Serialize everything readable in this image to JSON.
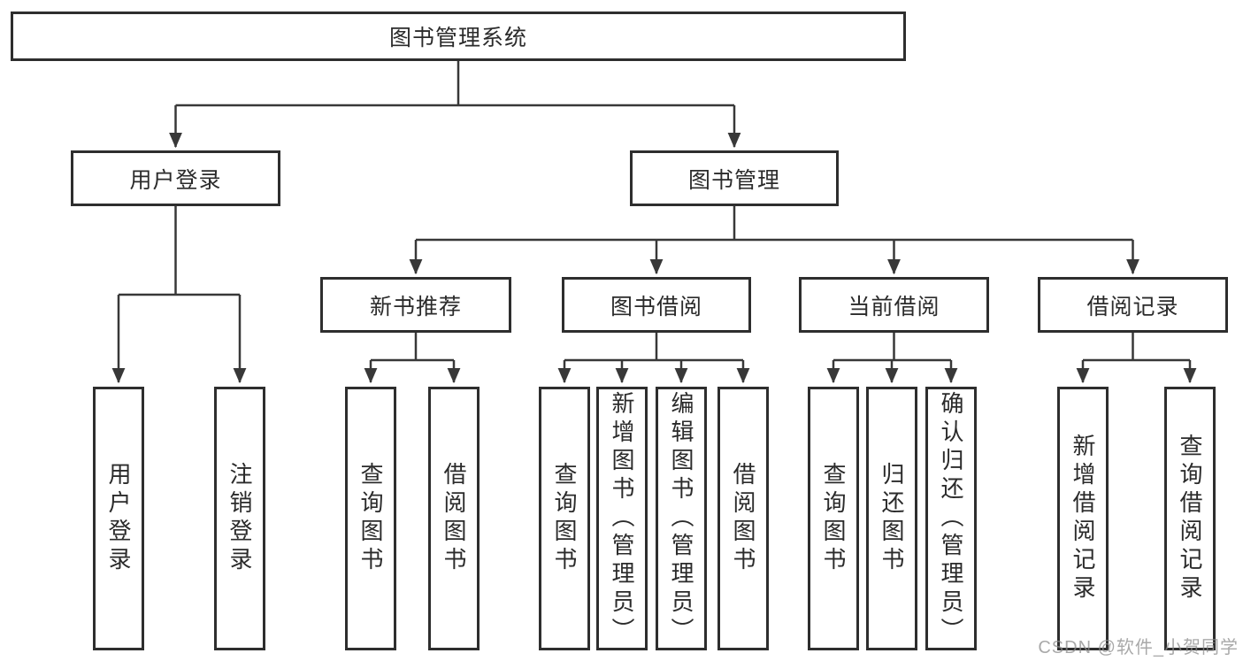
{
  "tree": {
    "label": "图书管理系统",
    "children": [
      {
        "label": "用户登录",
        "children": [
          {
            "label": "用户登录"
          },
          {
            "label": "注销登录"
          }
        ]
      },
      {
        "label": "图书管理",
        "children": [
          {
            "label": "新书推荐",
            "children": [
              {
                "label": "查询图书"
              },
              {
                "label": "借阅图书"
              }
            ]
          },
          {
            "label": "图书借阅",
            "children": [
              {
                "label": "查询图书"
              },
              {
                "label": "新增图书（管理员）"
              },
              {
                "label": "编辑图书（管理员）"
              },
              {
                "label": "借阅图书"
              }
            ]
          },
          {
            "label": "当前借阅",
            "children": [
              {
                "label": "查询图书"
              },
              {
                "label": "归还图书"
              },
              {
                "label": "确认归还（管理员）"
              }
            ]
          },
          {
            "label": "借阅记录",
            "children": [
              {
                "label": "新增借阅记录"
              },
              {
                "label": "查询借阅记录"
              }
            ]
          }
        ]
      }
    ]
  },
  "watermark": "CSDN @软件_小贺同学",
  "colors": {
    "line": "#383838",
    "box_border": "#2e2e2e",
    "text": "#2b2b2b",
    "watermark_gray": "#8c8c8c",
    "background": "#ffffff"
  }
}
